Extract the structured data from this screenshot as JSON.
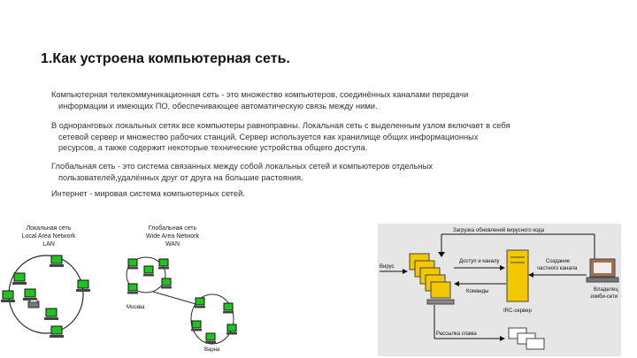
{
  "title": "1.Как устроена компьютерная сеть.",
  "paragraphs": {
    "p1_line1": "Компьютерная телекоммуникационная сеть - это множество компьютеров, соединённых каналами передачи",
    "p1_line2": "информации и имеющих ПО, обеспечивающее автоматическую связь  между ними.",
    "p2_line1": "В одноранговых локальных сетях все компьютеры равноправны. Локальная сеть с выделенным узлом включает  в себя",
    "p2_line2": "сетевой сервер и множество рабочих станций. Сервер используется как хранилище общих информационных",
    "p2_line3": "ресурсов, а также содержит некоторые технические устройства общего доступа.",
    "p3_line1": " Глобальная сеть - это система связанных между собой локальных сетей и компьютеров отдельных",
    "p3_line2": "пользователей,удалённых друг от друга на большие растояния.",
    "p4": "Интернет - мировая система компьютерных сетей."
  },
  "lan": {
    "title": "Локальная сеть",
    "subtitle": "Local Area Network",
    "abbr": "LAN"
  },
  "wan": {
    "title": "Глобальная сеть",
    "subtitle": "Wide Area Network",
    "abbr": "WAN",
    "city1": "Москва",
    "city2": "Варна"
  },
  "virus_diagram": {
    "top_label": "Загрузка обновлений вирусного кода",
    "virus_label": "Вирус",
    "access_label": "Доступ и каналу",
    "commands_label": "Команды",
    "irc_label": "IRC-сервер",
    "create_label_1": "Создание",
    "create_label_2": "частного канала",
    "owner_label_1": "Владелец",
    "owner_label_2": "зомби-сети",
    "spam_label": "Рассылка спама"
  },
  "colors": {
    "lan_ring": "#2b2b2b",
    "computer_screen": "#22c222",
    "virus_bg": "#e6e6e6",
    "virus_accent": "#f3c800"
  }
}
